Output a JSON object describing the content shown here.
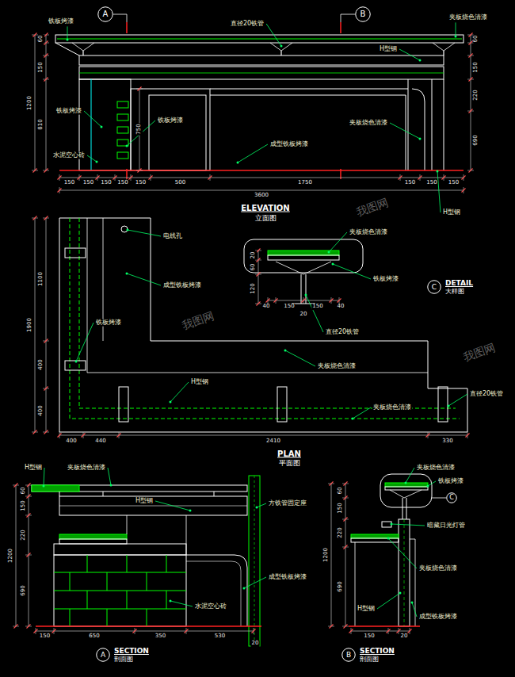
{
  "diagram": {
    "nodes": [
      {
        "text": [
          "A"
        ]
      },
      {
        "text": [
          "B"
        ]
      },
      {
        "text": [
          "C",
          "DETAIL",
          "大样图"
        ]
      },
      {
        "text": [
          "C"
        ]
      },
      {
        "text": [
          "A",
          "SECTION",
          "剖面图"
        ]
      },
      {
        "text": [
          "B",
          "SECTION",
          "剖面图"
        ]
      }
    ],
    "labels": [
      "铁板烤漆",
      "直径20铁管",
      "夹板烧色清漆",
      "H型钢",
      "铁板烤漆",
      "铁板烤漆",
      "夹板烧色清漆",
      "水泥空心砖",
      "成型铁板烤漆",
      "H型钢",
      "60",
      "150",
      "1200",
      "810",
      "750",
      "60",
      "150",
      "220",
      "690",
      "150",
      "150",
      "150",
      "150",
      "150",
      "500",
      "1750",
      "150",
      "150",
      "150",
      "3600",
      "ELEVATION",
      "立面图",
      "电线孔",
      "成型铁板烤漆",
      "铁板烤漆",
      "夹板烧色清漆",
      "H型钢",
      "直径20铁管",
      "夹板烧色清漆",
      "1100",
      "1900",
      "400",
      "400",
      "400",
      "440",
      "2410",
      "330",
      "PLAN",
      "平面图",
      "夹板烧色清漆",
      "铁板烤漆",
      "直径20铁管",
      "20",
      "60",
      "120",
      "40",
      "150",
      "150",
      "40",
      "20",
      "H型钢",
      "夹板烧色清漆",
      "H型钢",
      "方铁管固定座",
      "成型铁板烤漆",
      "水泥空心砖",
      "60",
      "150",
      "1200",
      "220",
      "690",
      "150",
      "650",
      "350",
      "530",
      "20",
      "夹板烧色清漆",
      "铁板烤漆",
      "暗藏日光灯管",
      "夹板烧色清漆",
      "H型钢",
      "成型铁板烤漆",
      "60",
      "150",
      "1200",
      "220",
      "690",
      "150",
      "20",
      "我图网",
      "我图网",
      "我图网"
    ]
  }
}
